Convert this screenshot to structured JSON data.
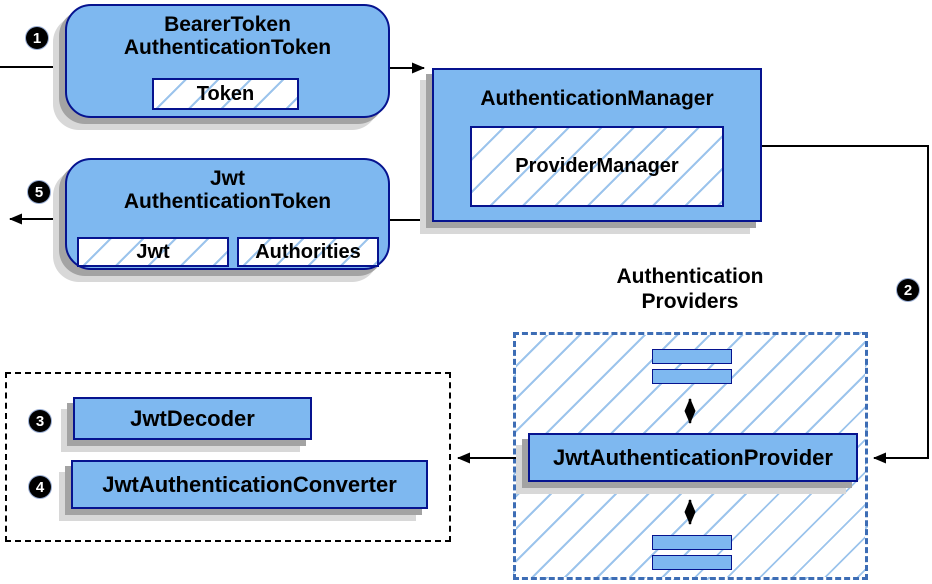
{
  "colors": {
    "box_fill": "#7eb8f0",
    "box_border": "#06138f",
    "hatch_line": "#9cc4ec",
    "dashed_blue": "#3d6db5",
    "shadow_dark": "#a3a3a3",
    "shadow_light": "#d8d8d8",
    "line_black": "#000000"
  },
  "nodes": {
    "bearer_token": {
      "title_line1": "BearerToken",
      "title_line2": "AuthenticationToken",
      "inner": "Token"
    },
    "auth_manager": {
      "title": "AuthenticationManager",
      "inner": "ProviderManager"
    },
    "jwt_token": {
      "title_line1": "Jwt",
      "title_line2": "AuthenticationToken",
      "inner_jwt": "Jwt",
      "inner_authorities": "Authorities"
    },
    "providers_group": {
      "label_line1": "Authentication",
      "label_line2": "Providers"
    },
    "jwt_provider": {
      "title": "JwtAuthenticationProvider"
    },
    "jwt_decoder": {
      "title": "JwtDecoder"
    },
    "jwt_converter": {
      "title": "JwtAuthenticationConverter"
    }
  },
  "steps": {
    "one": "1",
    "two": "2",
    "three": "3",
    "four": "4",
    "five": "5"
  }
}
